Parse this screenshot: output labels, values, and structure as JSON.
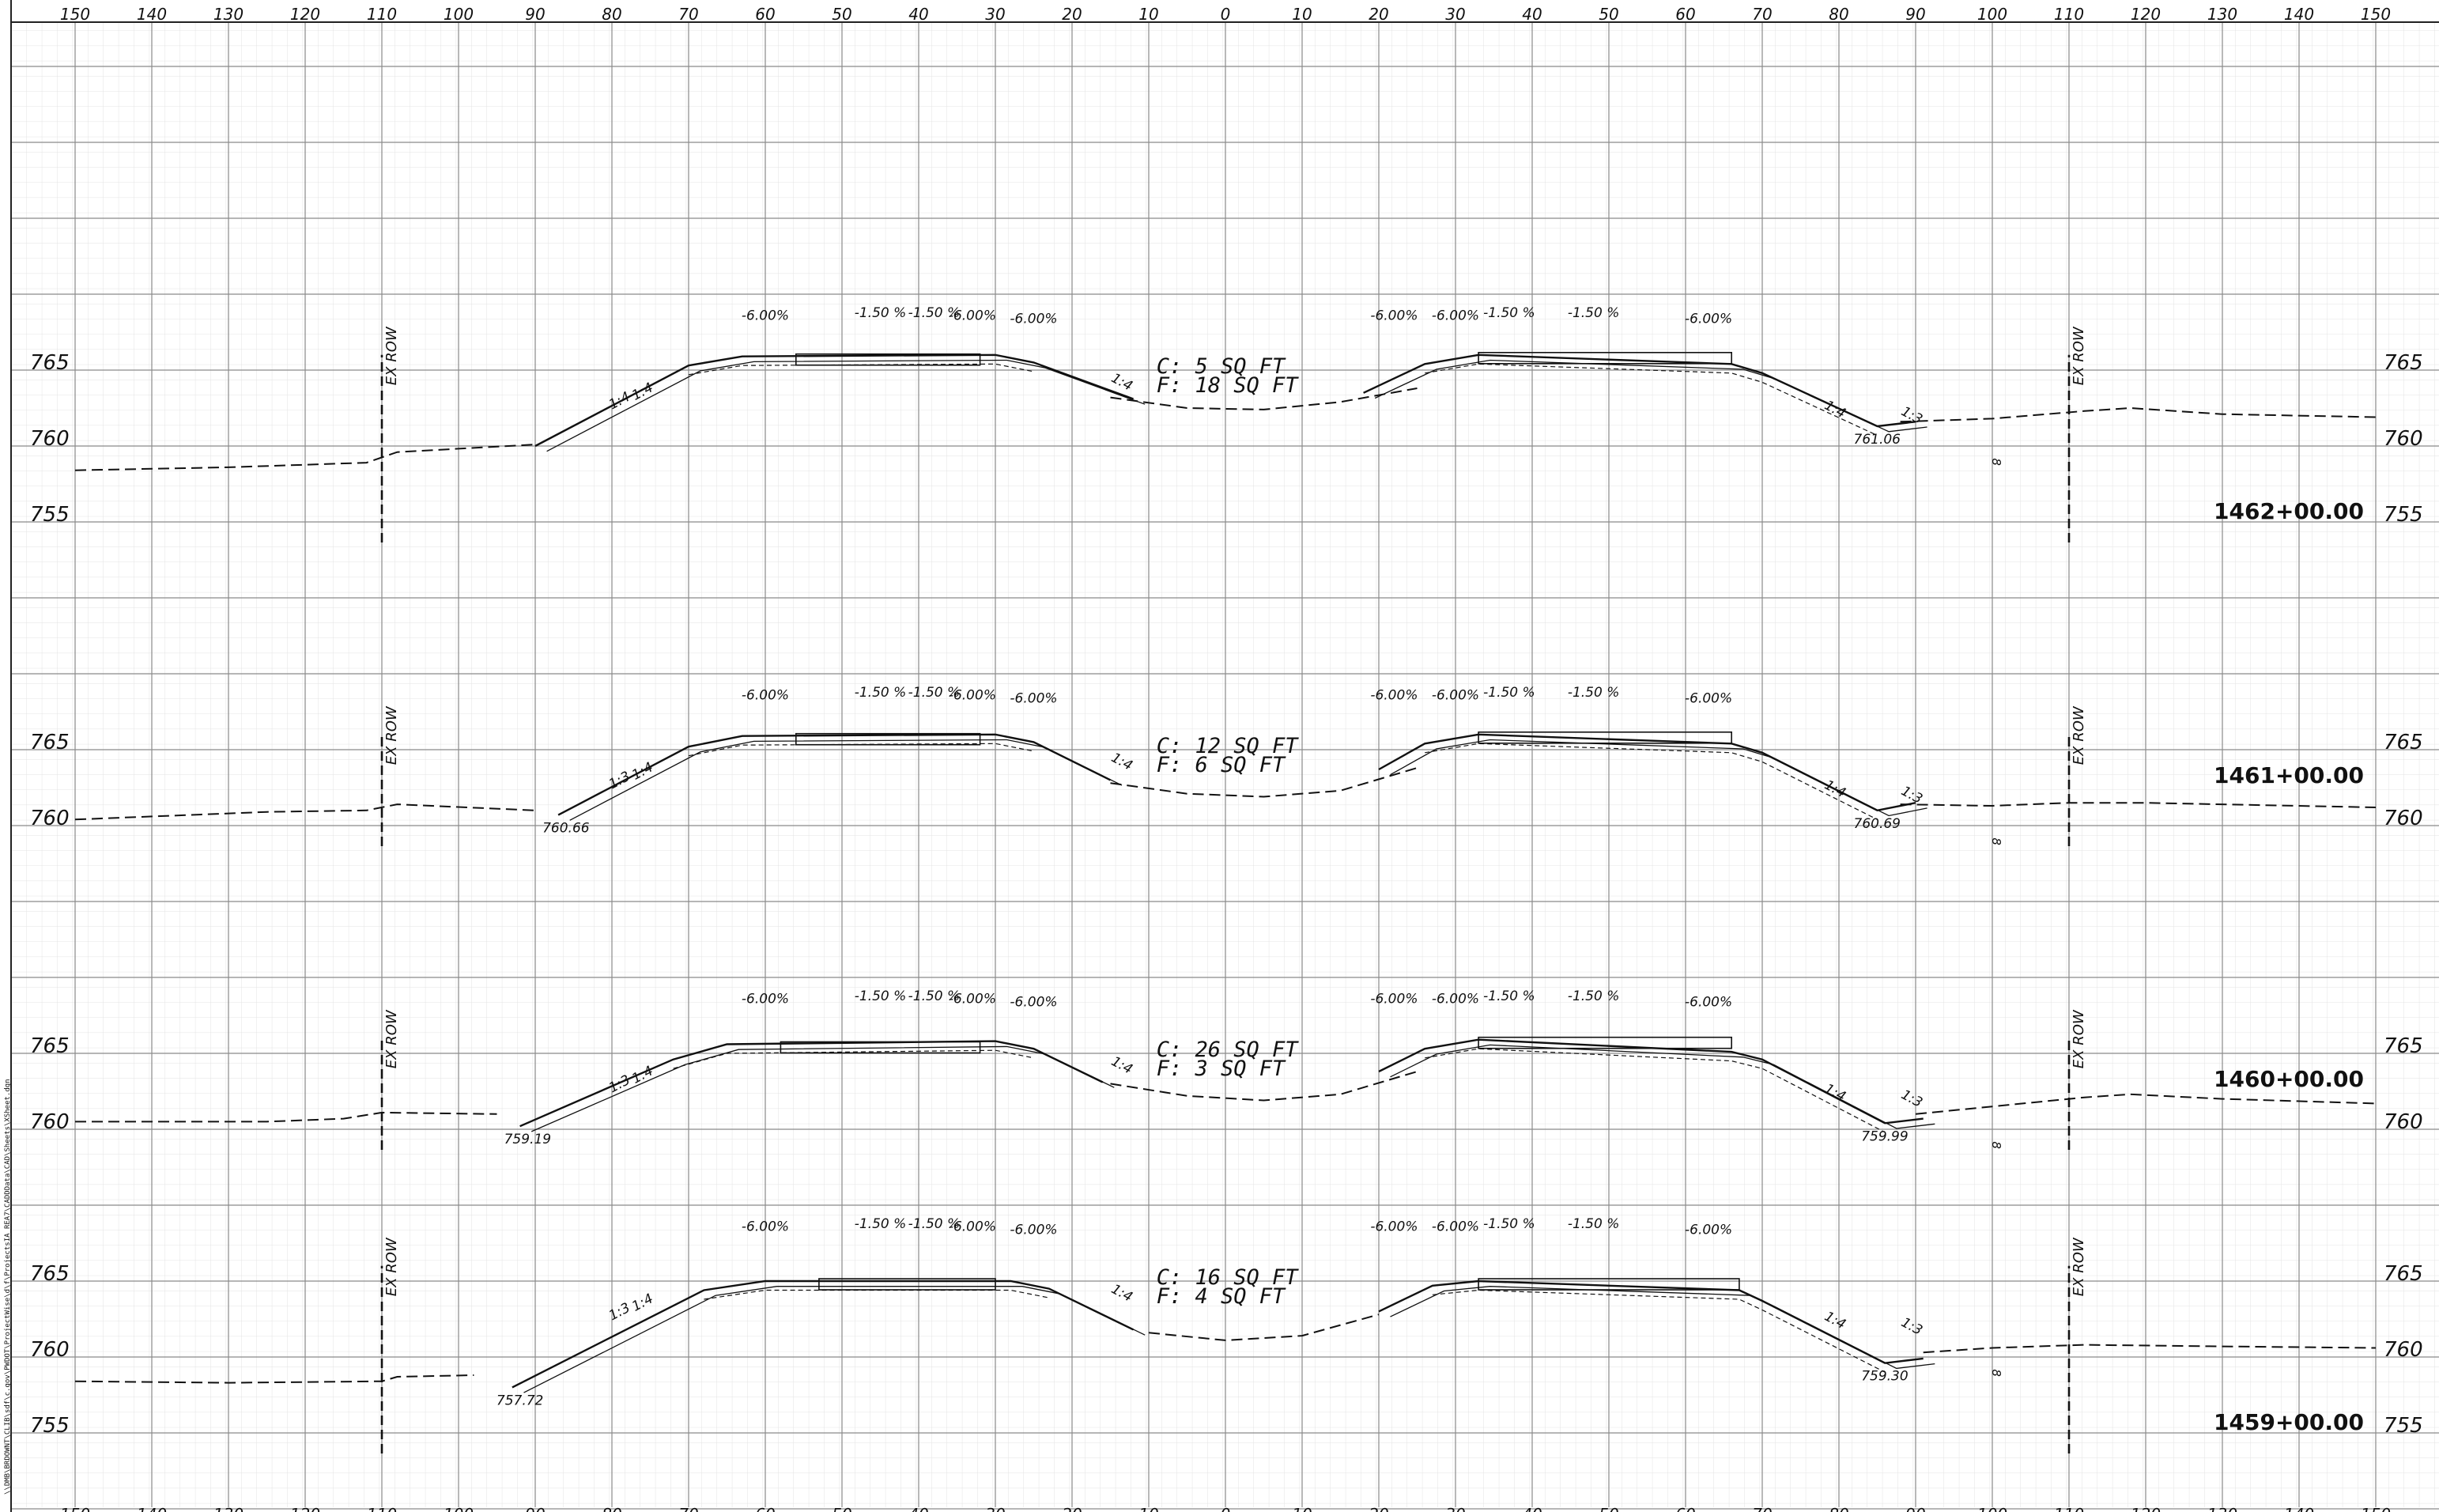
{
  "title_block": {
    "file_path": "\\\\DMB\\BRDOWNT\\CLIB\\sdf\\c.gov\\PWDOT\\ProjectWise\\d\\f\\ProjectsIA_REA7\\CADDData\\CAD\\Sheets\\XSheet.dgn"
  },
  "axis": {
    "x_ticks": [
      "150",
      "140",
      "130",
      "120",
      "110",
      "100",
      "90",
      "80",
      "70",
      "60",
      "50",
      "40",
      "30",
      "20",
      "10",
      "0",
      "10",
      "20",
      "30",
      "40",
      "50",
      "60",
      "70",
      "80",
      "90",
      "100",
      "110",
      "120",
      "130",
      "140",
      "150"
    ],
    "x_tick_values": [
      -150,
      -140,
      -130,
      -120,
      -110,
      -100,
      -90,
      -80,
      -70,
      -60,
      -50,
      -40,
      -30,
      -20,
      -10,
      0,
      10,
      20,
      30,
      40,
      50,
      60,
      70,
      80,
      90,
      100,
      110,
      120,
      130,
      140,
      150
    ]
  },
  "sections": [
    {
      "station": "1462+00.00",
      "elevations": [
        "765",
        "760",
        "755"
      ],
      "base_elevation": 750,
      "area_cut": "C:  5  SQ FT",
      "area_fill": "F:  18  SQ FT",
      "row_label": "EX ROW",
      "spot_left": "",
      "spot_right": "761.06",
      "slope_labels": [
        "-6.00%",
        "-1.50 %",
        "-1.50 %",
        "-6.00%",
        "-6.00%",
        "-6.00%",
        "-6.00%",
        "-1.50 %",
        "-1.50 %",
        "-6.00%"
      ],
      "side_slopes_left": [
        "1:4",
        "1:4"
      ],
      "side_slopes_right": [
        "1:4",
        "1:4",
        "1:3"
      ],
      "right_marker": "8",
      "ground_left": [
        [
          -150,
          758.4
        ],
        [
          -130,
          758.6
        ],
        [
          -112,
          758.9
        ],
        [
          -108,
          759.6
        ],
        [
          -90,
          760.1
        ]
      ],
      "ground_mid": [
        [
          -15,
          763.2
        ],
        [
          -5,
          762.5
        ],
        [
          5,
          762.4
        ],
        [
          15,
          762.9
        ],
        [
          25,
          763.8
        ]
      ],
      "ground_right": [
        [
          88,
          761.6
        ],
        [
          100,
          761.8
        ],
        [
          112,
          762.3
        ],
        [
          118,
          762.5
        ],
        [
          130,
          762.1
        ],
        [
          150,
          761.9
        ]
      ],
      "design_left": [
        [
          -90,
          760.0
        ],
        [
          -70,
          765.3
        ],
        [
          -63,
          765.9
        ],
        [
          -30,
          766.0
        ],
        [
          -25,
          765.5
        ],
        [
          -12,
          763.1
        ]
      ],
      "design_right": [
        [
          18,
          763.5
        ],
        [
          26,
          765.4
        ],
        [
          33,
          766.0
        ],
        [
          66,
          765.4
        ],
        [
          70,
          764.8
        ],
        [
          85,
          761.3
        ],
        [
          90,
          761.6
        ]
      ]
    },
    {
      "station": "1461+00.00",
      "elevations": [
        "765",
        "760"
      ],
      "base_elevation": 755,
      "area_cut": "C:  12  SQ FT",
      "area_fill": "F:  6  SQ FT",
      "row_label": "EX ROW",
      "spot_left": "760.66",
      "spot_right": "760.69",
      "slope_labels": [
        "-6.00%",
        "-1.50 %",
        "-1.50 %",
        "-6.00%",
        "-6.00%",
        "-6.00%",
        "-6.00%",
        "-1.50 %",
        "-1.50 %",
        "-6.00%"
      ],
      "side_slopes_left": [
        "1:3",
        "1:4"
      ],
      "side_slopes_right": [
        "1:4",
        "1:4",
        "1:3"
      ],
      "right_marker": "8",
      "ground_left": [
        [
          -150,
          760.4
        ],
        [
          -125,
          760.9
        ],
        [
          -112,
          761.0
        ],
        [
          -108,
          761.4
        ],
        [
          -90,
          761.0
        ]
      ],
      "ground_mid": [
        [
          -15,
          762.8
        ],
        [
          -5,
          762.1
        ],
        [
          5,
          761.9
        ],
        [
          15,
          762.3
        ],
        [
          25,
          763.8
        ]
      ],
      "ground_right": [
        [
          88,
          761.4
        ],
        [
          100,
          761.3
        ],
        [
          110,
          761.5
        ],
        [
          120,
          761.5
        ],
        [
          150,
          761.2
        ]
      ],
      "design_left": [
        [
          -87,
          760.7
        ],
        [
          -70,
          765.2
        ],
        [
          -63,
          765.9
        ],
        [
          -30,
          766.0
        ],
        [
          -25,
          765.5
        ],
        [
          -15,
          763.0
        ]
      ],
      "design_right": [
        [
          20,
          763.7
        ],
        [
          26,
          765.4
        ],
        [
          33,
          766.0
        ],
        [
          66,
          765.4
        ],
        [
          70,
          764.8
        ],
        [
          85,
          761.0
        ],
        [
          90,
          761.5
        ]
      ]
    },
    {
      "station": "1460+00.00",
      "elevations": [
        "765",
        "760"
      ],
      "base_elevation": 755,
      "area_cut": "C:  26  SQ FT",
      "area_fill": "F:  3  SQ FT",
      "row_label": "EX ROW",
      "spot_left": "759.19",
      "spot_right": "759.99",
      "slope_labels": [
        "-6.00%",
        "-1.50 %",
        "-1.50 %",
        "-6.00%",
        "-6.00%",
        "-6.00%",
        "-6.00%",
        "-1.50 %",
        "-1.50 %",
        "-6.00%"
      ],
      "side_slopes_left": [
        "1:3",
        "1:4"
      ],
      "side_slopes_right": [
        "1:4",
        "1:4",
        "1:3"
      ],
      "right_marker": "8",
      "ground_left": [
        [
          -150,
          760.5
        ],
        [
          -125,
          760.5
        ],
        [
          -115,
          760.7
        ],
        [
          -110,
          761.1
        ],
        [
          -95,
          761.0
        ]
      ],
      "ground_mid": [
        [
          -15,
          763.0
        ],
        [
          -5,
          762.2
        ],
        [
          5,
          761.9
        ],
        [
          15,
          762.3
        ],
        [
          25,
          763.8
        ]
      ],
      "ground_right": [
        [
          90,
          761.0
        ],
        [
          100,
          761.5
        ],
        [
          112,
          762.1
        ],
        [
          118,
          762.3
        ],
        [
          130,
          762.0
        ],
        [
          150,
          761.7
        ]
      ],
      "design_left": [
        [
          -92,
          760.2
        ],
        [
          -72,
          764.6
        ],
        [
          -65,
          765.6
        ],
        [
          -30,
          765.8
        ],
        [
          -25,
          765.3
        ],
        [
          -16,
          763.1
        ]
      ],
      "design_right": [
        [
          20,
          763.8
        ],
        [
          26,
          765.3
        ],
        [
          33,
          765.9
        ],
        [
          66,
          765.1
        ],
        [
          70,
          764.6
        ],
        [
          86,
          760.4
        ],
        [
          91,
          760.7
        ]
      ]
    },
    {
      "station": "1459+00.00",
      "elevations": [
        "765",
        "760",
        "755"
      ],
      "base_elevation": 750,
      "area_cut": "C:  16  SQ FT",
      "area_fill": "F:  4  SQ FT",
      "row_label": "EX ROW",
      "spot_left": "757.72",
      "spot_right": "759.30",
      "slope_labels": [
        "-6.00%",
        "-1.50 %",
        "-1.50 %",
        "-6.00%",
        "-6.00%",
        "-6.00%",
        "-6.00%",
        "-1.50 %",
        "-1.50 %",
        "-6.00%"
      ],
      "side_slopes_left": [
        "1:3",
        "1:4"
      ],
      "side_slopes_right": [
        "1:4",
        "1:4",
        "1:3"
      ],
      "right_marker": "8",
      "ground_left": [
        [
          -150,
          758.4
        ],
        [
          -130,
          758.3
        ],
        [
          -110,
          758.4
        ],
        [
          -108,
          758.7
        ],
        [
          -98,
          758.8
        ]
      ],
      "ground_mid": [
        [
          -10,
          761.6
        ],
        [
          0,
          761.1
        ],
        [
          10,
          761.4
        ],
        [
          20,
          762.8
        ]
      ],
      "ground_right": [
        [
          91,
          760.3
        ],
        [
          100,
          760.6
        ],
        [
          112,
          760.8
        ],
        [
          130,
          760.7
        ],
        [
          150,
          760.6
        ]
      ],
      "design_left": [
        [
          -93,
          758.0
        ],
        [
          -68,
          764.4
        ],
        [
          -60,
          765.0
        ],
        [
          -28,
          765.0
        ],
        [
          -23,
          764.5
        ],
        [
          -12,
          761.8
        ]
      ],
      "design_right": [
        [
          20,
          763.0
        ],
        [
          27,
          764.7
        ],
        [
          33,
          765.0
        ],
        [
          67,
          764.4
        ],
        [
          70,
          763.7
        ],
        [
          86,
          759.6
        ],
        [
          91,
          759.9
        ]
      ]
    }
  ]
}
